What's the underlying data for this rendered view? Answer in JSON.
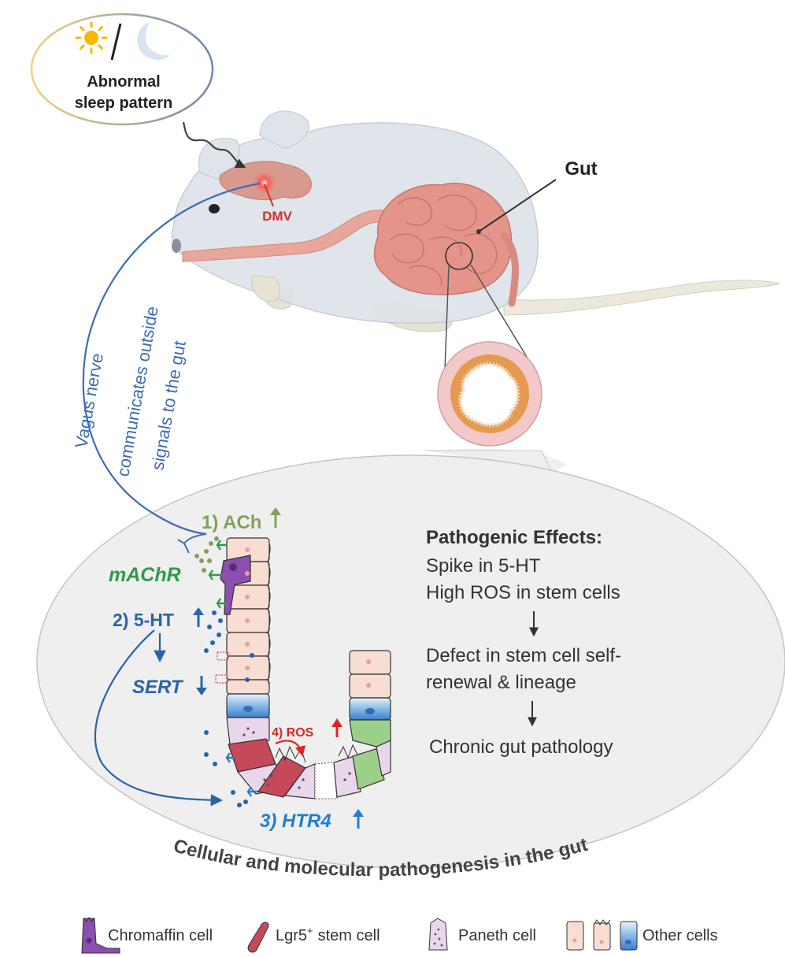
{
  "sleep_bubble": {
    "line1": "Abnormal",
    "line2": "sleep pattern"
  },
  "labels": {
    "dmv": "DMV",
    "gut": "Gut"
  },
  "vagus": {
    "line1": "Vagus nerve",
    "line2": "communicates outside",
    "line3": "signals to the gut"
  },
  "steps": {
    "ach_prefix": "1) ACh",
    "machr": "mAChR",
    "ht_prefix": "2) 5-HT",
    "sert": "SERT",
    "htr4_prefix": "3) ",
    "htr4": "HTR4",
    "ros": "4) ROS"
  },
  "pathogenic": {
    "title": "Pathogenic Effects:",
    "line1": "Spike in 5-HT",
    "line2": "High ROS in stem cells",
    "line3": "Defect in stem cell self-",
    "line4": "renewal & lineage",
    "line5": "Chronic gut pathology"
  },
  "caption": "Cellular and molecular pathogenesis in the gut",
  "legend": {
    "chromaffin": "Chromaffin cell",
    "lgr5": "Lgr5",
    "lgr5_sup": "+",
    "stem": "stem cell",
    "paneth": "Paneth cell",
    "other": "Other cells"
  },
  "colors": {
    "vagus_blue": "#3f6db5",
    "ach_green": "#7fa35a",
    "machr_green": "#2f9a4a",
    "ht_blue": "#2a63a8",
    "htr4_blue": "#1f7fd0",
    "ros_red": "#e0241f",
    "dmv_red": "#d6302a"
  }
}
